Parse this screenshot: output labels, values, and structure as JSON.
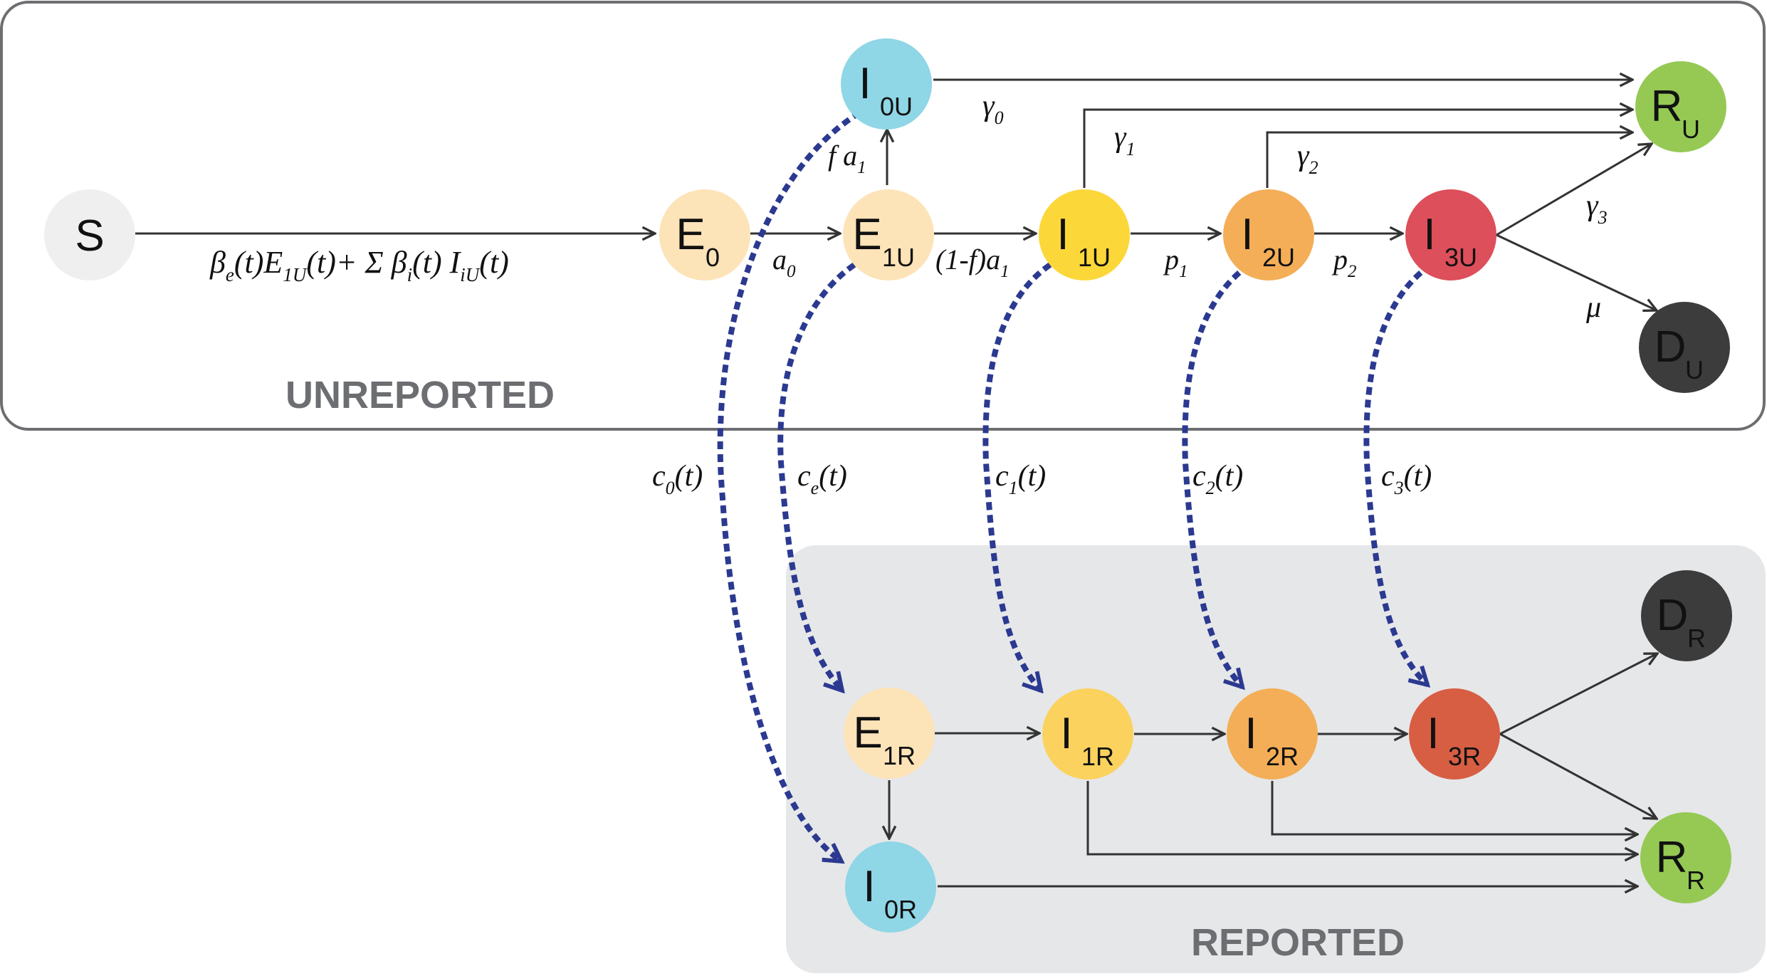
{
  "sections": {
    "unreported": "UNREPORTED",
    "reported": "REPORTED"
  },
  "nodes": {
    "S": {
      "main": "S",
      "sub": ""
    },
    "E0": {
      "main": "E",
      "sub": "0"
    },
    "E1U": {
      "main": "E",
      "sub": "1U"
    },
    "I0U": {
      "main": "I",
      "sub": "0U"
    },
    "I1U": {
      "main": "I",
      "sub": "1U"
    },
    "I2U": {
      "main": "I",
      "sub": "2U"
    },
    "I3U": {
      "main": "I",
      "sub": "3U"
    },
    "RU": {
      "main": "R",
      "sub": "U"
    },
    "DU": {
      "main": "D",
      "sub": "U"
    },
    "E1R": {
      "main": "E",
      "sub": "1R"
    },
    "I0R": {
      "main": "I",
      "sub": "0R"
    },
    "I1R": {
      "main": "I",
      "sub": "1R"
    },
    "I2R": {
      "main": "I",
      "sub": "2R"
    },
    "I3R": {
      "main": "I",
      "sub": "3R"
    },
    "DR": {
      "main": "D",
      "sub": "R"
    },
    "RR": {
      "main": "R",
      "sub": "R"
    }
  },
  "colors": {
    "S": "#efefef",
    "E": "#fde3b8",
    "I0": "#8fd6e6",
    "I1": "#fcd73a",
    "I1R": "#fbd25d",
    "I2": "#f3ae57",
    "I3U": "#dd4f5a",
    "I3R": "#d75e43",
    "R": "#95c954",
    "D": "#3c3c3c",
    "reporting_arrow": "#2b3990",
    "flow_arrow": "#333333"
  },
  "rates": {
    "infection": [
      "β",
      "e",
      "(t)E",
      "1U",
      "(t)+ Σ β",
      "i",
      "(t) I",
      "iU",
      "(t)"
    ],
    "a0": [
      "a",
      "0"
    ],
    "fa1": [
      "f a",
      "1"
    ],
    "one_minus_f_a1": [
      "(1-f)a",
      "1"
    ],
    "p1": [
      "p",
      "1"
    ],
    "p2": [
      "p",
      "2"
    ],
    "gamma0": [
      "γ",
      "0"
    ],
    "gamma1": [
      "γ",
      "1"
    ],
    "gamma2": [
      "γ",
      "2"
    ],
    "gamma3": [
      "γ",
      "3"
    ],
    "mu": "μ",
    "c0": [
      "c",
      "0",
      "(t)"
    ],
    "ce": [
      "c",
      "e",
      "(t)"
    ],
    "c1": [
      "c",
      "1",
      "(t)"
    ],
    "c2": [
      "c",
      "2",
      "(t)"
    ],
    "c3": [
      "c",
      "3",
      "(t)"
    ]
  }
}
